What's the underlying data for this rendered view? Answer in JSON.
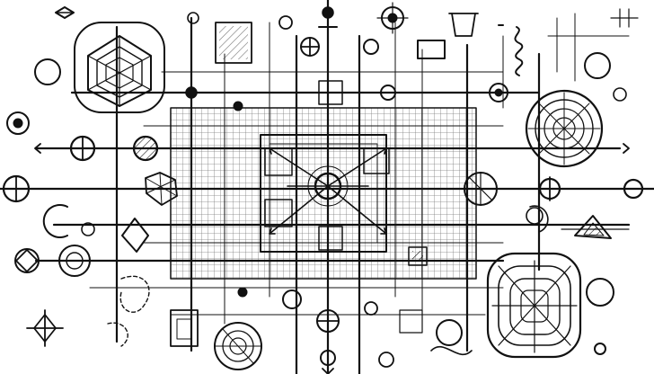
{
  "colors": {
    "ink": "#111111",
    "paper": "#ffffff"
  },
  "drawing": {
    "style": "hand-drawn ink sketch",
    "motifs": [
      "central-hub-circle",
      "radial-arrows",
      "orthogonal-grid-lines",
      "spiral-web-in-square",
      "node-circles",
      "crosshair-symbols",
      "hatched-squares",
      "zigzag-squiggle"
    ]
  }
}
